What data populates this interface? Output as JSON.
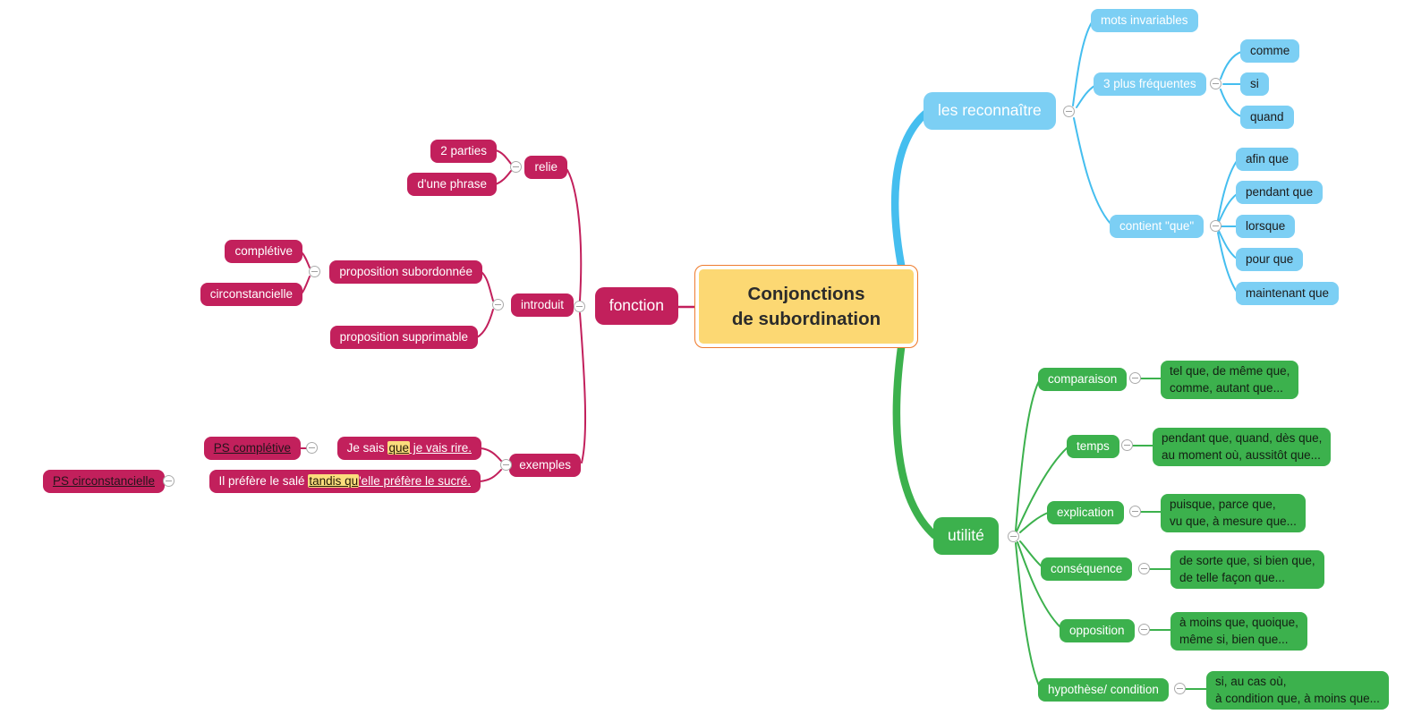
{
  "colors": {
    "crimson": "#C2205C",
    "blue_node": "#7CCFF4",
    "blue_line": "#45BEEF",
    "green": "#3CB14D",
    "center_fill": "#FCD873",
    "center_border": "#EE7B30",
    "highlight": "#FBDD7D"
  },
  "map": {
    "center": "Conjonctions\nde subordination",
    "fonction": {
      "label": "fonction",
      "relie": {
        "label": "relie",
        "parties": "2 parties",
        "phrase": "d'une phrase"
      },
      "introduit": {
        "label": "introduit",
        "prop_sub": {
          "label": "proposition subordonnée",
          "completive": "complétive",
          "circonstancielle": "circonstancielle"
        },
        "prop_sup": "proposition supprimable"
      },
      "exemples": {
        "label": "exemples",
        "ex1": {
          "tag": "PS complétive",
          "pre": "Je sais ",
          "hl": "que",
          "post": " je vais rire."
        },
        "ex2": {
          "tag": "PS circonstancielle",
          "pre": "Il préfère le salé ",
          "hl": "tandis qu",
          "post": "'elle préfère le sucré."
        }
      }
    },
    "reconnaitre": {
      "label": "les reconnaître",
      "mots": "mots invariables",
      "frequentes": {
        "label": "3 plus fréquentes",
        "c1": "comme",
        "c2": "si",
        "c3": "quand"
      },
      "contient": {
        "label": "contient \"que\"",
        "c1": "afin que",
        "c2": "pendant que",
        "c3": "lorsque",
        "c4": "pour que",
        "c5": "maintenant que"
      }
    },
    "utilite": {
      "label": "utilité",
      "comparaison": {
        "label": "comparaison",
        "examples": "tel que, de même que,\ncomme, autant que..."
      },
      "temps": {
        "label": "temps",
        "examples": "pendant que, quand, dès que,\nau moment où, aussitôt que..."
      },
      "explication": {
        "label": "explication",
        "examples": "puisque, parce que,\nvu que, à mesure que..."
      },
      "consequence": {
        "label": "conséquence",
        "examples": "de sorte que, si bien que,\nde telle façon que..."
      },
      "opposition": {
        "label": "opposition",
        "examples": "à moins que, quoique,\nmême si, bien que..."
      },
      "hypothese": {
        "label": "hypothèse/ condition",
        "examples": "si, au cas où,\nà condition que, à moins que..."
      }
    }
  }
}
